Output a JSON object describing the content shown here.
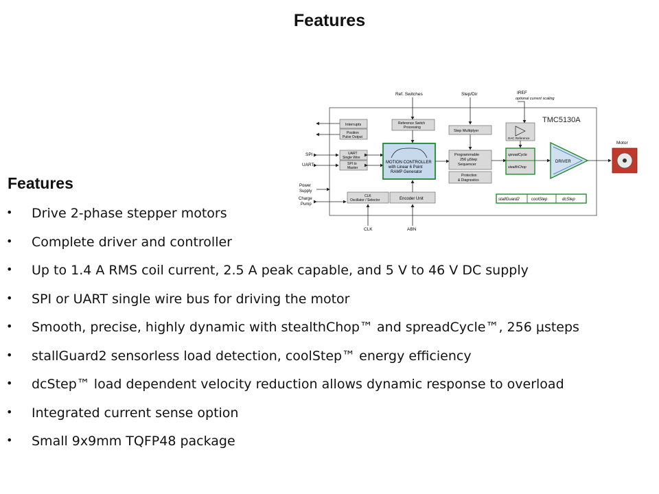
{
  "slide": {
    "title": "Features"
  },
  "section": {
    "heading": "Features"
  },
  "bullets": [
    "Drive 2-phase stepper motors",
    "Complete driver and controller",
    "Up to 1.4 A RMS coil current, 2.5 A peak capable, and 5 V to 46 V DC supply",
    "SPI or UART single wire bus for driving the motor",
    "Smooth, precise, highly dynamic with stealthChop™ and spreadCycle™, 256 µsteps",
    "stallGuard2 sensorless load detection, coolStep™ energy efficiency",
    "dcStep™ load dependent velocity reduction allows dynamic response to overload",
    "Integrated current sense option",
    "Small 9x9mm TQFP48 package"
  ],
  "bullet_glyph": "•",
  "diagram": {
    "chip_name": "TMC5130A",
    "inputs": {
      "ref_switches": "Ref. Switches",
      "step_dir": "Step/Dir",
      "iref": "IREF",
      "iref_note": "optional current scaling",
      "clk": "CLK",
      "abn": "ABN"
    },
    "left_labels": {
      "spi": "SPI",
      "uart": "UART",
      "power_supply_1": "Power",
      "power_supply_2": "Supply",
      "charge_pump_1": "Charge",
      "charge_pump_2": "Pump"
    },
    "blocks": {
      "interrupts": "Interrupts",
      "position_1": "Position",
      "position_2": "Pulse Output",
      "uart_1": "UART",
      "uart_2": "Single Wire",
      "spi_1": "SPI to",
      "spi_2": "Master",
      "clk_1": "CLK",
      "clk_2": "Oscillator / Selector",
      "ref_sw_1": "Reference Switch",
      "ref_sw_2": "Processing",
      "motion_1": "MOTION CONTROLLER",
      "motion_2": "with Linear 6 Point",
      "motion_3": "RAMP Generator",
      "encoder": "Encoder Unit",
      "step_mult": "Step Multiplyer",
      "seq_1": "Programmable",
      "seq_2": "256 µStep",
      "seq_3": "Sequencer",
      "prot_1": "Protection",
      "prot_2": "& Diagnostics",
      "dac": "DAC Reference",
      "spreadcycle": "spreadCycle",
      "stealthchop": "stealthChop",
      "driver": "DRIVER",
      "stallguard": "stallGuard2",
      "coolstep": "coolStep",
      "dcstep": "dcStep"
    },
    "motor_label": "Motor",
    "colors": {
      "highlight_green": "#1f8a2a",
      "motion_fill": "#c7d9ec",
      "driver_fill": "#cfe0f1",
      "motor_red": "#c0392b"
    }
  }
}
